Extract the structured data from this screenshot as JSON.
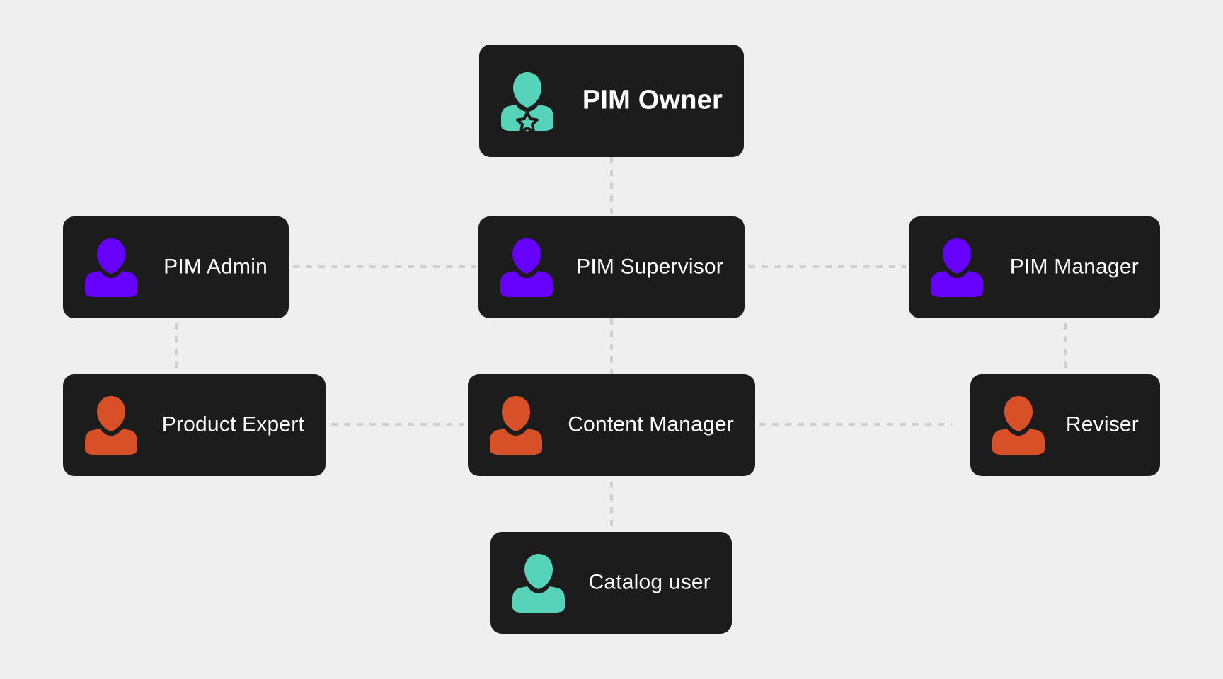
{
  "diagram": {
    "title": "PIM role hierarchy",
    "colors": {
      "background": "#efefef",
      "card": "#1c1c1c",
      "connector": "#cfcfcf",
      "teal": "#56d3b9",
      "purple": "#6600ff",
      "orange": "#d85028",
      "text": "#ffffff"
    },
    "nodes": [
      {
        "id": "owner",
        "label": "PIM Owner",
        "icon": "user-star-icon",
        "color": "teal"
      },
      {
        "id": "admin",
        "label": "PIM Admin",
        "icon": "user-icon",
        "color": "purple"
      },
      {
        "id": "supervisor",
        "label": "PIM Supervisor",
        "icon": "user-icon",
        "color": "purple"
      },
      {
        "id": "manager",
        "label": "PIM Manager",
        "icon": "user-icon",
        "color": "purple"
      },
      {
        "id": "expert",
        "label": "Product Expert",
        "icon": "user-icon",
        "color": "orange"
      },
      {
        "id": "content",
        "label": "Content Manager",
        "icon": "user-icon",
        "color": "orange"
      },
      {
        "id": "reviser",
        "label": "Reviser",
        "icon": "user-icon",
        "color": "orange"
      },
      {
        "id": "catalog",
        "label": "Catalog user",
        "icon": "user-icon",
        "color": "teal"
      }
    ],
    "edges": [
      [
        "owner",
        "supervisor"
      ],
      [
        "admin",
        "supervisor"
      ],
      [
        "supervisor",
        "manager"
      ],
      [
        "admin",
        "expert"
      ],
      [
        "supervisor",
        "content"
      ],
      [
        "manager",
        "reviser"
      ],
      [
        "expert",
        "content"
      ],
      [
        "content",
        "reviser"
      ],
      [
        "content",
        "catalog"
      ]
    ]
  }
}
